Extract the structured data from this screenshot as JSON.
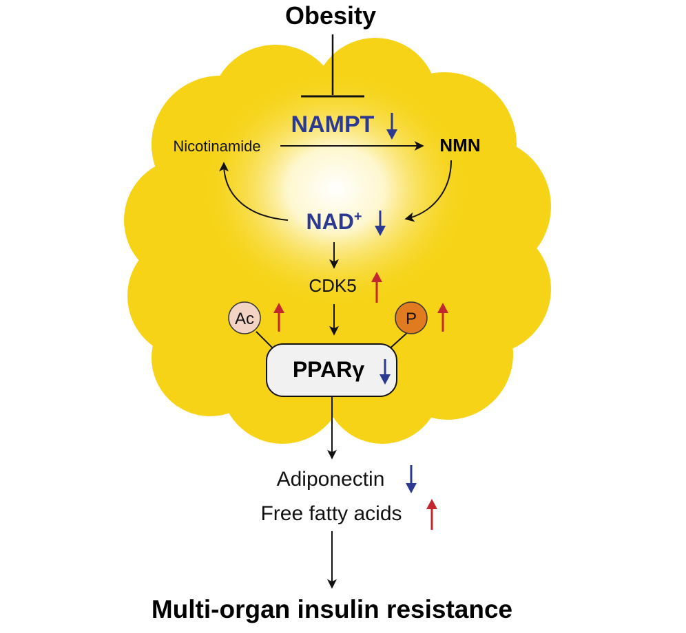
{
  "diagram": {
    "top": "Obesity",
    "bottom": "Multi-organ insulin resistance",
    "nodes": {
      "nampt": "NAMPT",
      "nicotinamide": "Nicotinamide",
      "nmn": "NMN",
      "nad": "NAD",
      "nad_sup": "+",
      "cdk5": "CDK5",
      "ac": "Ac",
      "p": "P",
      "pparg": "PPARγ",
      "adiponectin": "Adiponectin",
      "ffa": "Free fatty acids"
    },
    "colors": {
      "cloud": "#f6d316",
      "cloud_glow": "#ffffff",
      "blue_text": "#2b3990",
      "down_arrow": "#2b3990",
      "up_arrow": "#c1272d",
      "ac_fill": "#f2d3c4",
      "p_fill": "#e07b1f",
      "pparg_fill": "#f1f1f1"
    },
    "regulation": {
      "nampt": "down",
      "nad": "down",
      "cdk5": "up",
      "ac": "up",
      "p": "up",
      "pparg": "down",
      "adiponectin": "down",
      "ffa": "up"
    }
  }
}
